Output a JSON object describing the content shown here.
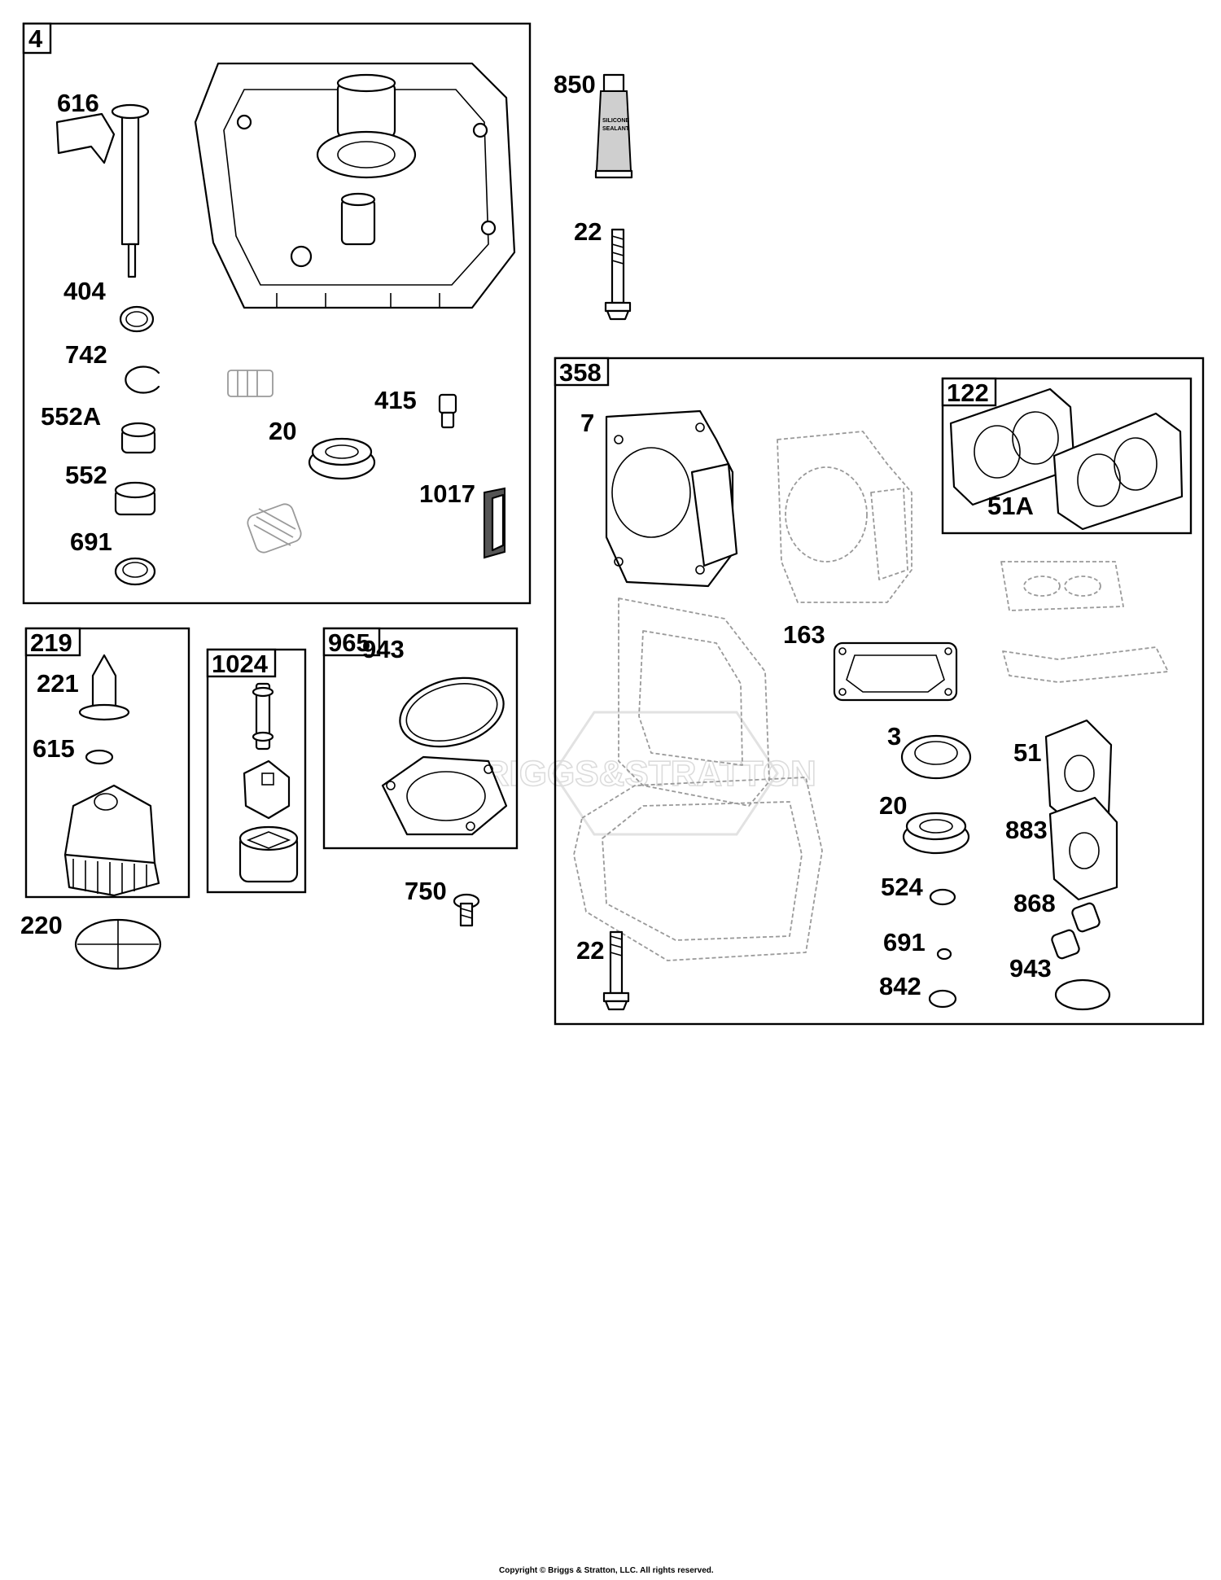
{
  "groups": {
    "g4": "4",
    "g358": "358",
    "g122": "122",
    "g219": "219",
    "g1024": "1024",
    "g965": "965"
  },
  "labels": {
    "l616": "616",
    "l404": "404",
    "l742": "742",
    "l552a": "552A",
    "l552": "552",
    "l691a": "691",
    "l415": "415",
    "l20a": "20",
    "l1017": "1017",
    "l850": "850",
    "l22a": "22",
    "l7": "7",
    "l51a": "51A",
    "l163": "163",
    "l3": "3",
    "l20b": "20",
    "l51": "51",
    "l883": "883",
    "l524": "524",
    "l868": "868",
    "l691b": "691",
    "l943b": "943",
    "l842": "842",
    "l22b": "22",
    "l221": "221",
    "l615": "615",
    "l220": "220",
    "l943a": "943",
    "l750": "750"
  },
  "tube_text": [
    "SILICONE",
    "SEALANT"
  ],
  "watermark": "BRIGGS&STRATTON",
  "copyright": "Copyright © Briggs & Stratton, LLC. All rights reserved."
}
